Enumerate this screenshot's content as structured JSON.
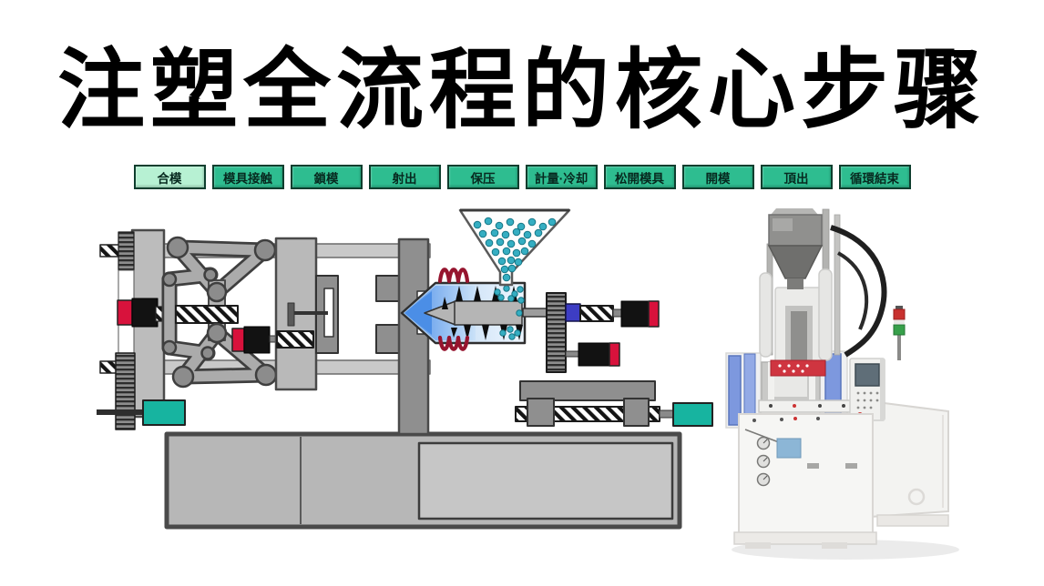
{
  "page": {
    "background_color": "#ffffff"
  },
  "title": {
    "text": "注塑全流程的核心步骤",
    "color": "#000000"
  },
  "steps": {
    "active_index": 0,
    "active_bg": "#b7f1d3",
    "inactive_bg": "#2ebd90",
    "border_color": "#0e3e2e",
    "text_color": "#07291f",
    "items": [
      {
        "label": "合模"
      },
      {
        "label": "模具接触"
      },
      {
        "label": "鎖模"
      },
      {
        "label": "射出"
      },
      {
        "label": "保压"
      },
      {
        "label": "計量·冷却"
      },
      {
        "label": "松開模具"
      },
      {
        "label": "開模"
      },
      {
        "label": "頂出"
      },
      {
        "label": "循環結束"
      }
    ]
  },
  "schematic": {
    "description": "horizontal injection molding machine cross-section schematic",
    "colors": {
      "metal_light": "#c3c3c3",
      "metal_mid": "#9a9a9a",
      "metal_dark": "#8f8f8f",
      "outline": "#3c3c3c",
      "actuator_red": "#d8123c",
      "actuator_black": "#121212",
      "motor_teal": "#17b4a0",
      "melt_blue": "#4b8ee6",
      "pellet_teal": "#35aec2",
      "heater_red": "#96142e",
      "coupler_blue": "#3d3dc4"
    }
  },
  "photo": {
    "description": "vertical injection molding machine product photo",
    "colors": {
      "body_white": "#f5f5f3",
      "panel_blue": "#7d98de",
      "signal_red": "#c8312e",
      "signal_green": "#37a04a",
      "hopper_gray": "#90908e",
      "crosshead_red": "#cf3540"
    }
  }
}
